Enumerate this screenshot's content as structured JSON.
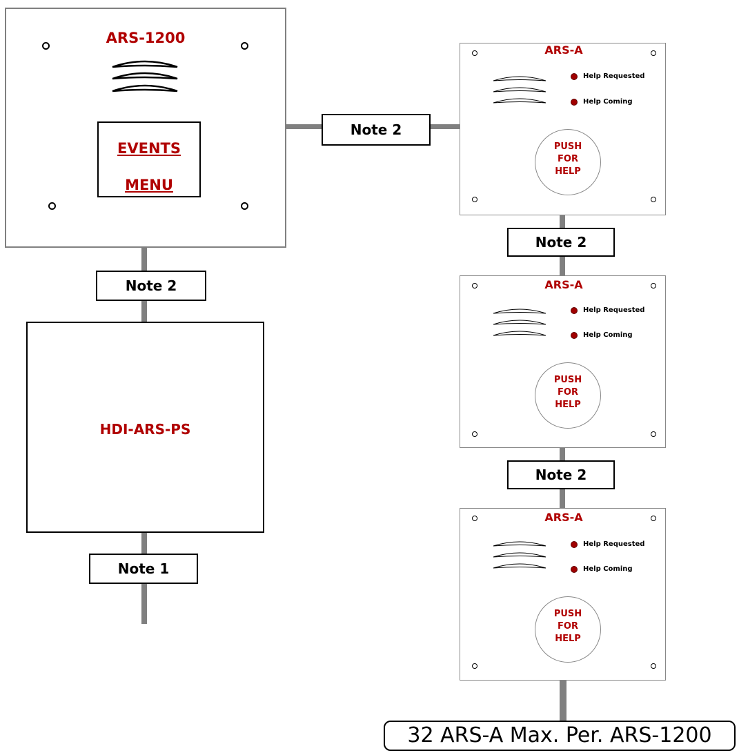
{
  "main_unit": {
    "title": "ARS-1200",
    "menu_line1": "EVENTS",
    "menu_line2": "MENU"
  },
  "power_supply": {
    "title": "HDI-ARS-PS"
  },
  "notes": {
    "note2": "Note 2",
    "note1": "Note 1"
  },
  "stations": [
    {
      "title": "ARS-A",
      "help_requested": "Help Requested",
      "help_coming": "Help Coming",
      "push1": "PUSH",
      "push2": "FOR",
      "push3": "HELP"
    },
    {
      "title": "ARS-A",
      "help_requested": "Help Requested",
      "help_coming": "Help Coming",
      "push1": "PUSH",
      "push2": "FOR",
      "push3": "HELP"
    },
    {
      "title": "ARS-A",
      "help_requested": "Help Requested",
      "help_coming": "Help Coming",
      "push1": "PUSH",
      "push2": "FOR",
      "push3": "HELP"
    }
  ],
  "footer_label": "32 ARS-A Max. Per. ARS-1200",
  "colors": {
    "label_red": "#b00000",
    "wire_gray": "#808080",
    "led_red": "#a00000"
  }
}
